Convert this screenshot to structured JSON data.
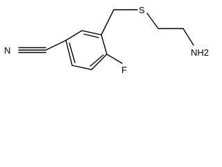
{
  "molecule": {
    "atoms": {
      "nitrile_n": "N",
      "sulfur": "S",
      "fluorine": "F",
      "amine": "NH2"
    }
  }
}
